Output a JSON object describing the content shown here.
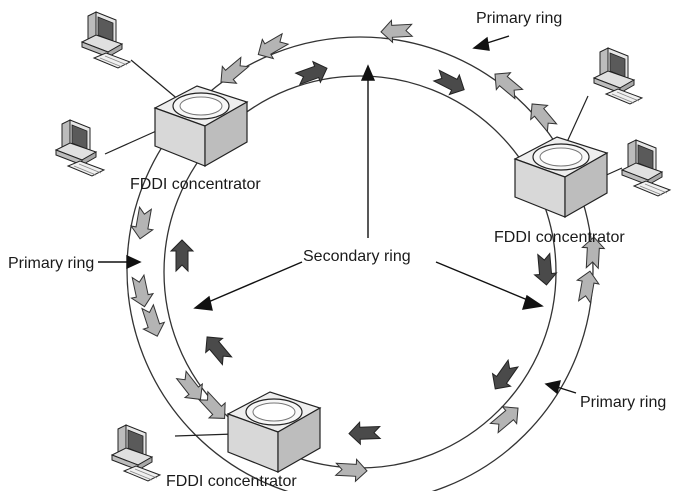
{
  "labels": {
    "primary_ring_top": "Primary ring",
    "primary_ring_left": "Primary ring",
    "primary_ring_bottom": "Primary ring",
    "secondary_ring": "Secondary ring",
    "concentrator_top_left": "FDDI concentrator",
    "concentrator_right": "FDDI concentrator",
    "concentrator_bottom": "FDDI concentrator"
  },
  "colors": {
    "primary_arrow": "#b4b4b4",
    "secondary_arrow": "#4a4a4a",
    "ring": "#333333"
  },
  "icons": [
    "desktop-computer-icon",
    "fddi-concentrator-icon"
  ]
}
